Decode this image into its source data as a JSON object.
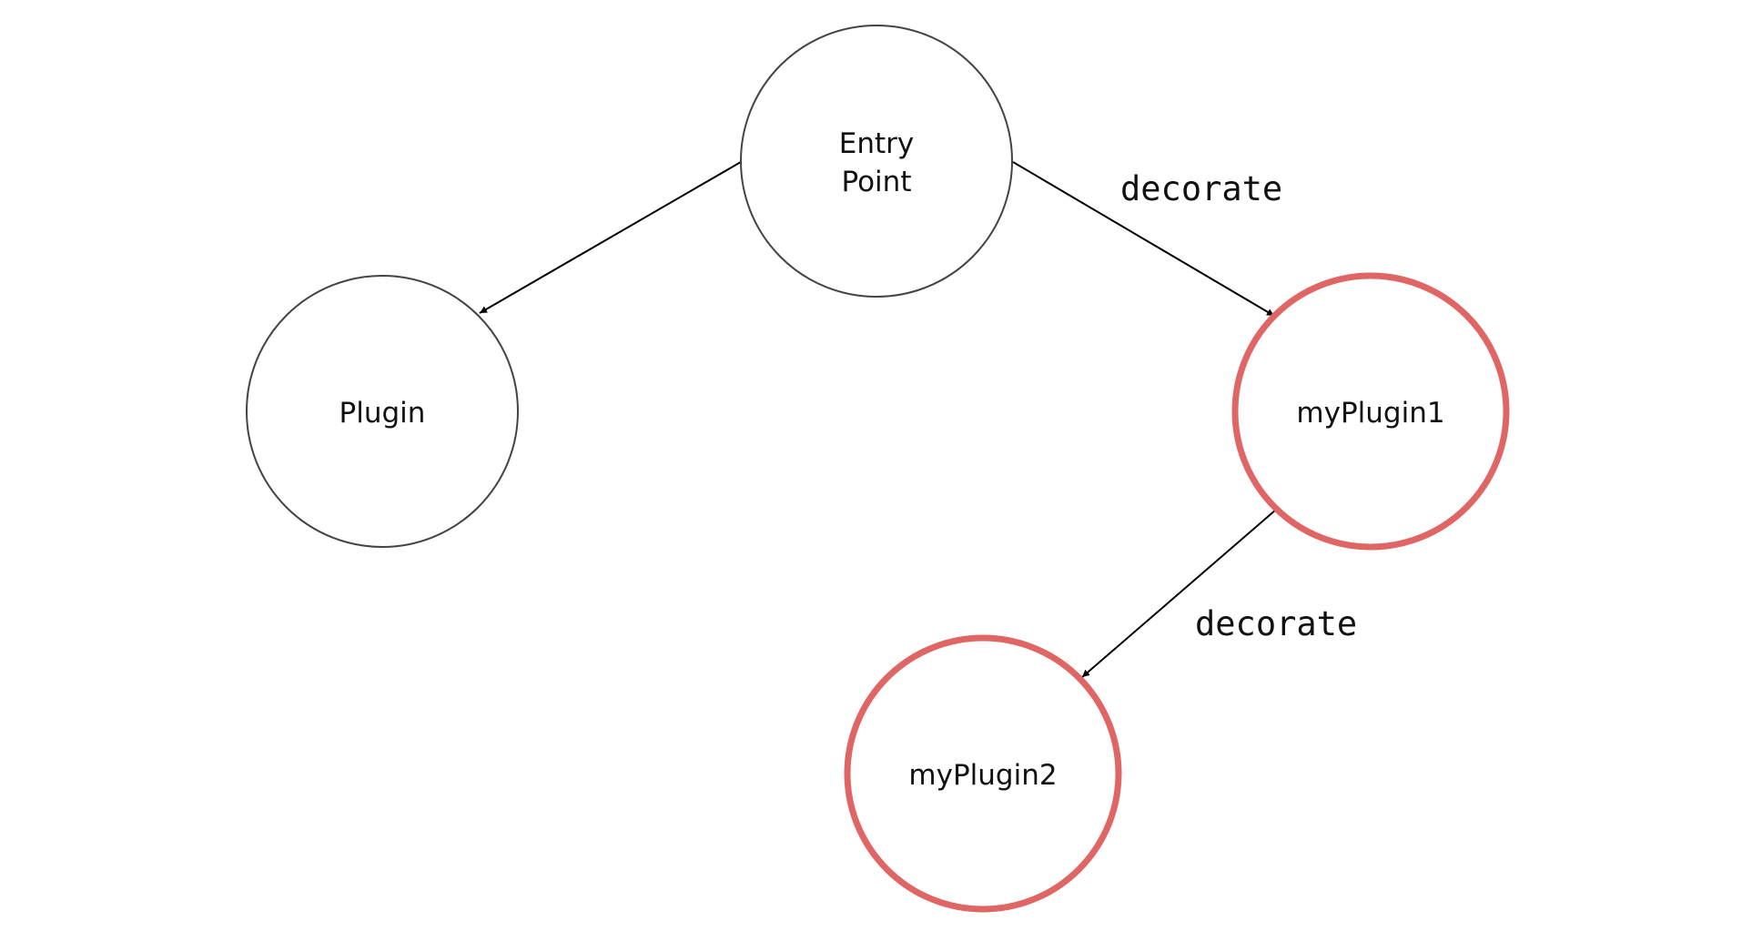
{
  "colors": {
    "plain_stroke": "#444444",
    "highlight_stroke": "#e06666",
    "edge": "#000000"
  },
  "nodes": {
    "entry_point": {
      "line1": "Entry",
      "line2": "Point"
    },
    "plugin": {
      "label": "Plugin"
    },
    "my_plugin1": {
      "label": "myPlugin1"
    },
    "my_plugin2": {
      "label": "myPlugin2"
    }
  },
  "edges": {
    "entry_to_myplugin1": {
      "label": "decorate"
    },
    "myplugin1_to_myplugin2": {
      "label": "decorate"
    }
  }
}
